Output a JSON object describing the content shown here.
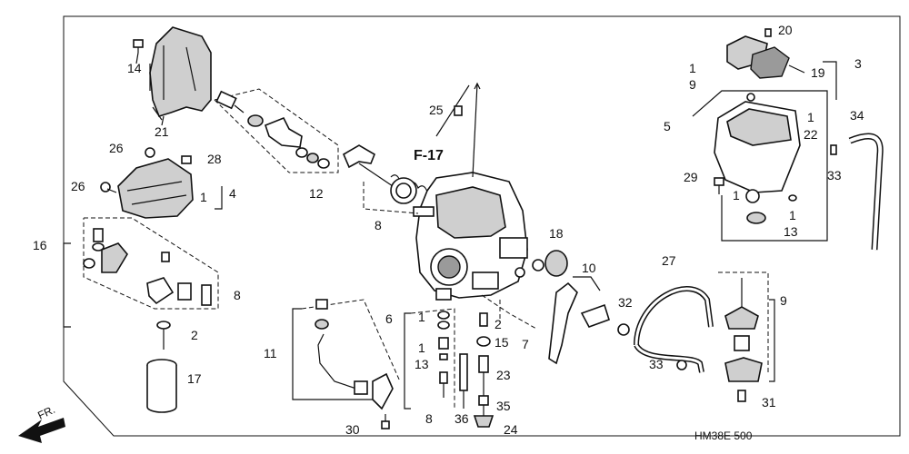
{
  "diagram": {
    "section_ref": "F-17",
    "direction_label": "FR.",
    "figure_code": "HM38E 500",
    "callouts": {
      "c1a": "1",
      "c1b": "1",
      "c1c": "1",
      "c1d": "1",
      "c1e": "1",
      "c1f": "1",
      "c2a": "2",
      "c2b": "2",
      "c3": "3",
      "c4": "4",
      "c5": "5",
      "c6": "6",
      "c7": "7",
      "c8a": "8",
      "c8b": "8",
      "c8c": "8",
      "c9a": "9",
      "c9b": "9",
      "c10": "10",
      "c11": "11",
      "c12": "12",
      "c13a": "13",
      "c13b": "13",
      "c14": "14",
      "c15": "15",
      "c16": "16",
      "c17": "17",
      "c18": "18",
      "c19": "19",
      "c20": "20",
      "c21": "21",
      "c22": "22",
      "c23": "23",
      "c24": "24",
      "c25": "25",
      "c26a": "26",
      "c26b": "26",
      "c27": "27",
      "c28": "28",
      "c29": "29",
      "c30": "30",
      "c31": "31",
      "c32": "32",
      "c33a": "33",
      "c33b": "33",
      "c34": "34",
      "c35": "35",
      "c36": "36"
    }
  }
}
